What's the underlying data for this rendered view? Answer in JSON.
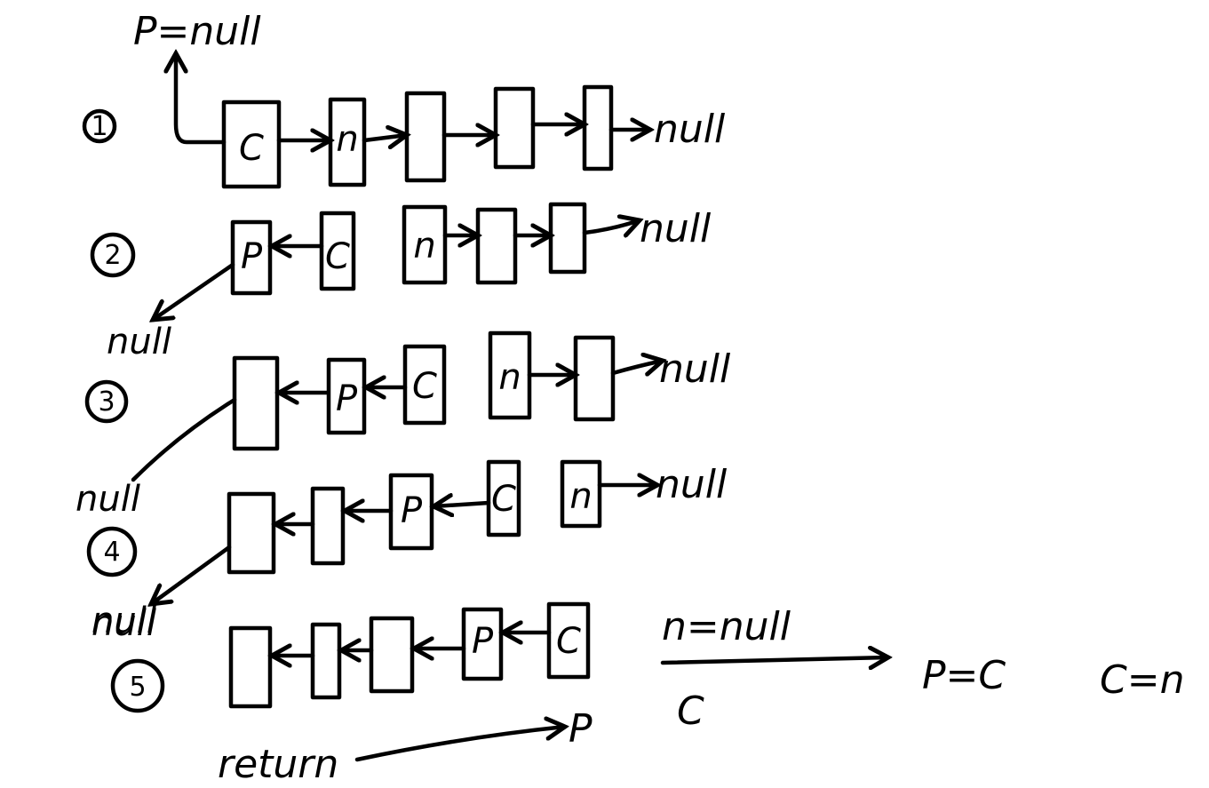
{
  "top_label": "P=null",
  "rows": [
    {
      "step": "1",
      "null_right": "null",
      "nodes": [
        "C",
        "n",
        "",
        "",
        ""
      ]
    },
    {
      "step": "2",
      "null_left": "null",
      "null_right": "null",
      "nodes": [
        "P",
        "C",
        "n",
        "",
        ""
      ]
    },
    {
      "step": "3",
      "null_left": "null",
      "null_right": "null",
      "nodes": [
        "",
        "P",
        "C",
        "n",
        ""
      ]
    },
    {
      "step": "4",
      "null_left": "null",
      "null_right": "null",
      "nodes": [
        "",
        "",
        "P",
        "C",
        "n"
      ]
    },
    {
      "step": "5",
      "null_left": "null",
      "nodes": [
        "",
        "",
        "",
        "P",
        "C"
      ]
    }
  ],
  "final": {
    "condition_top": "n=null",
    "condition_bottom": "C",
    "result_1": "P=C",
    "result_2": "C=n",
    "return_word": "return",
    "return_target": "P"
  }
}
